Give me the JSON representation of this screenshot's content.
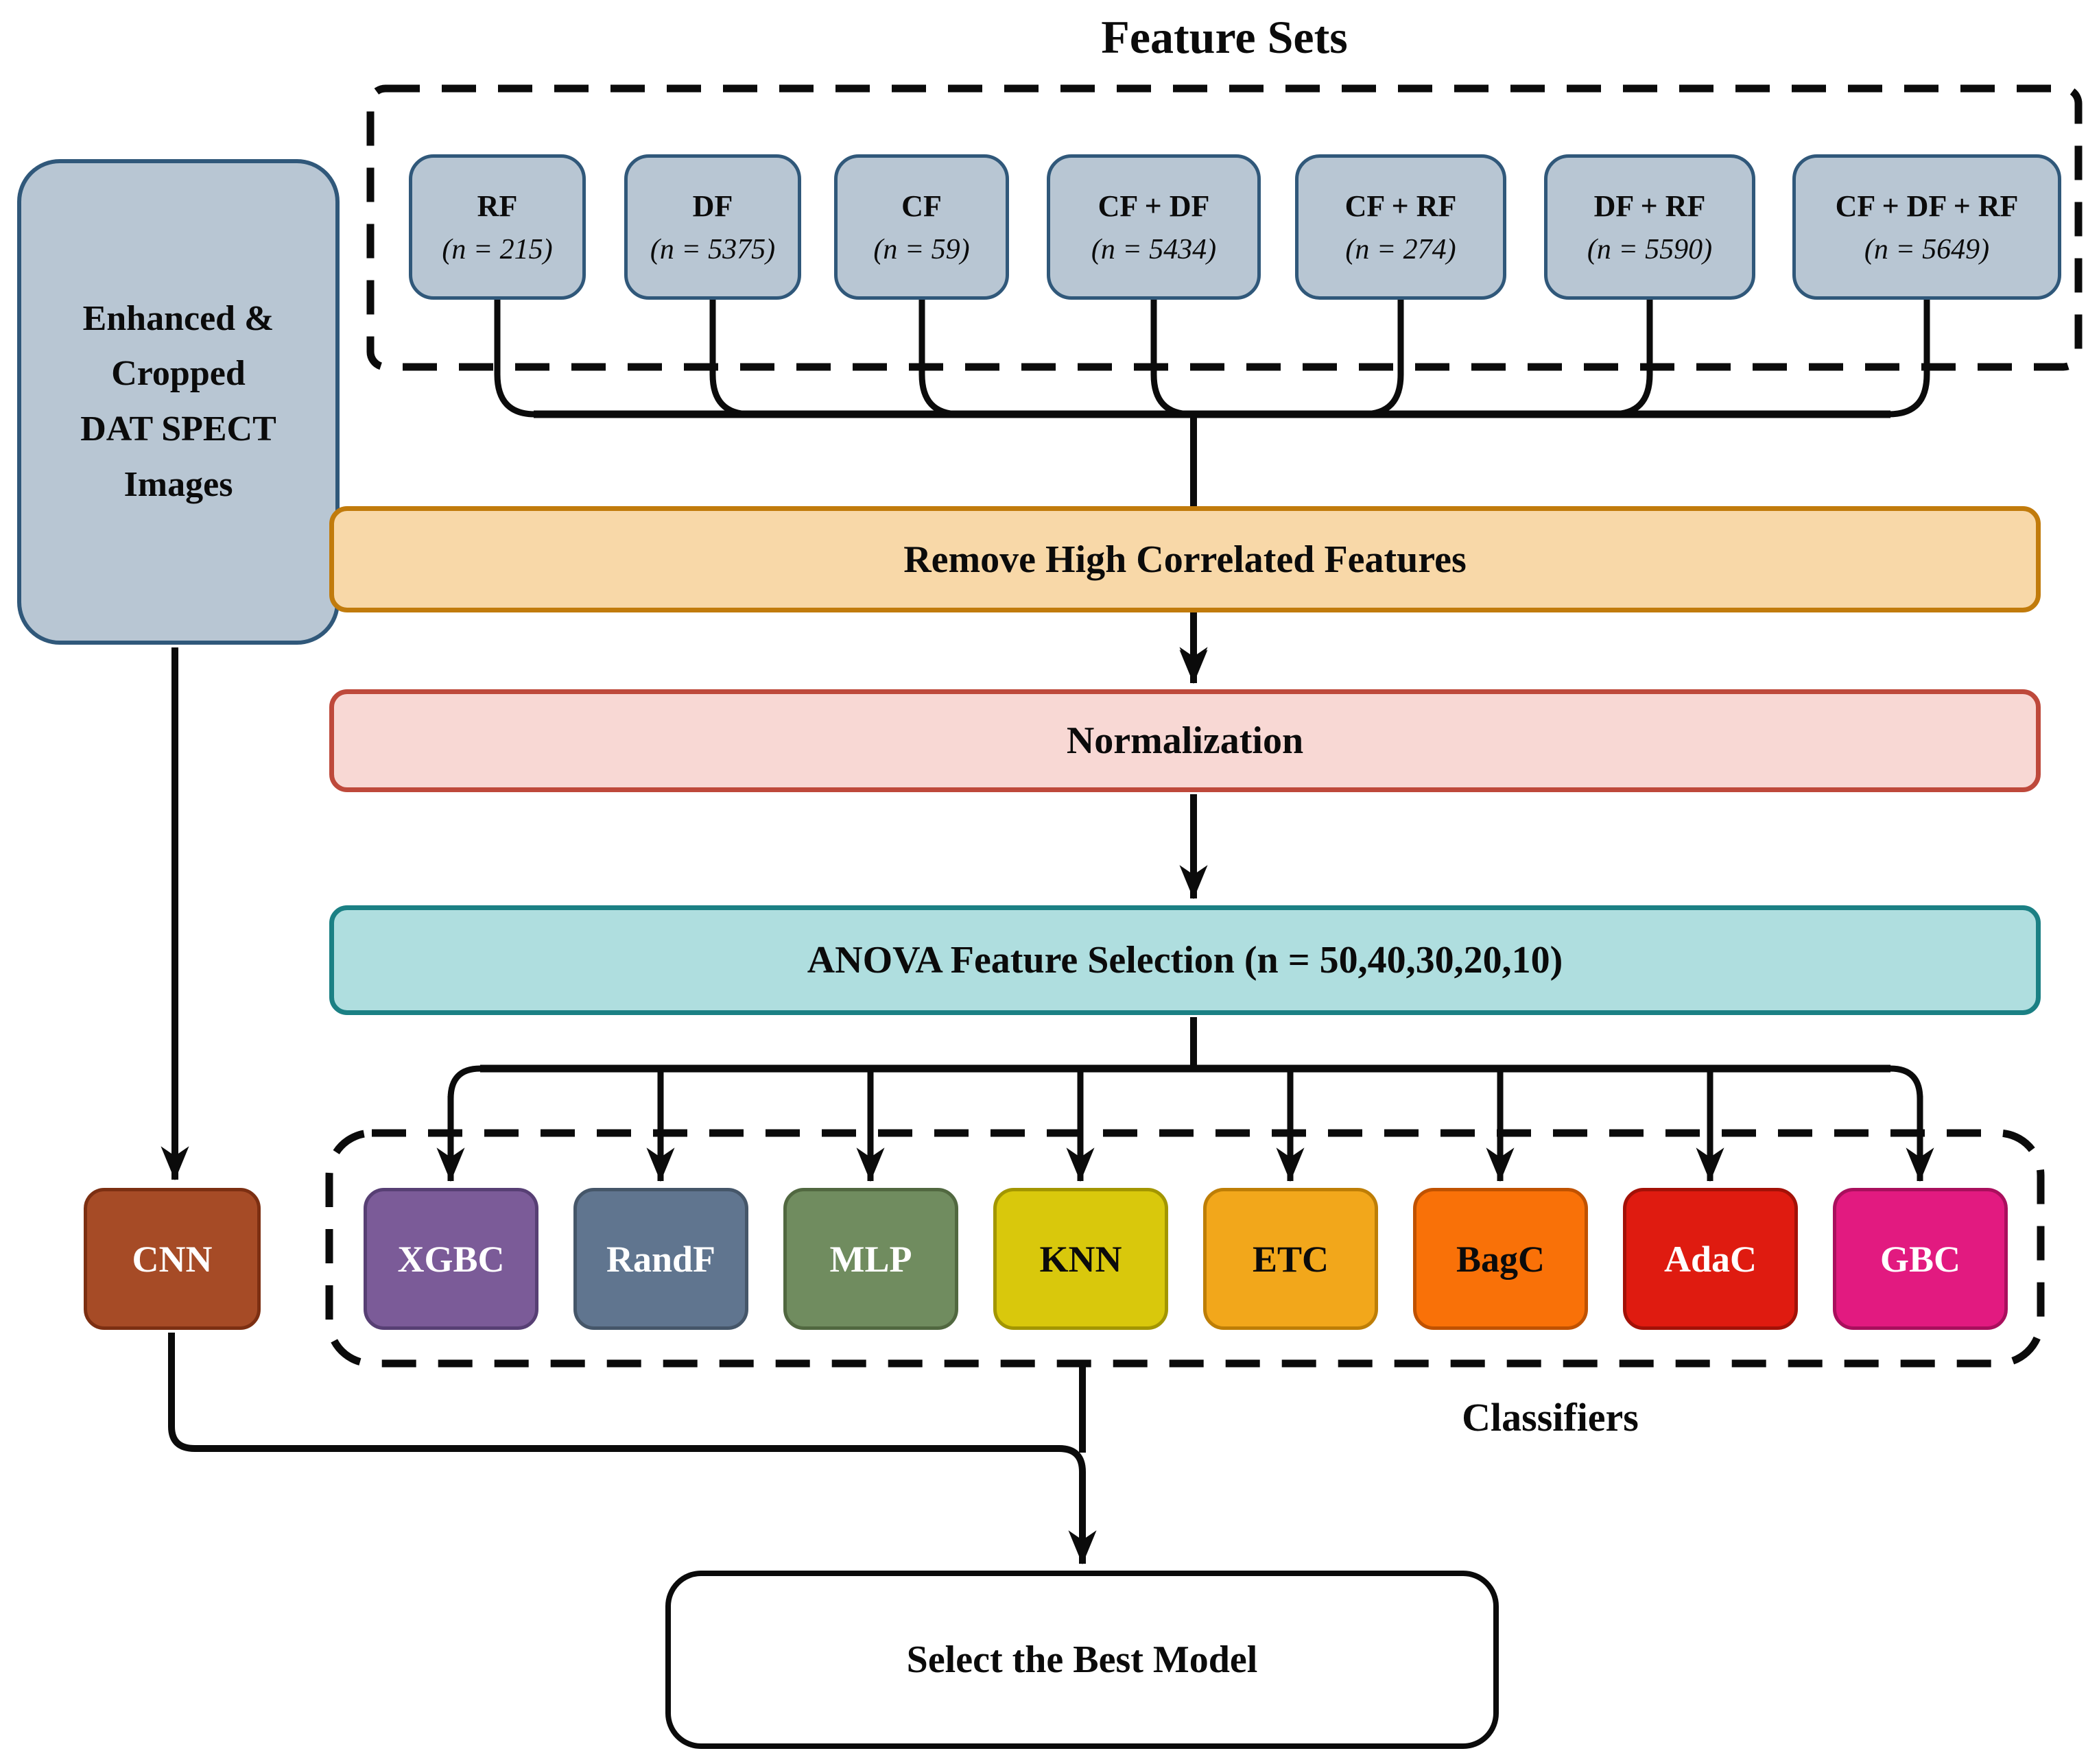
{
  "title": "Feature Sets",
  "input_box": {
    "lines": [
      "Enhanced &",
      "Cropped",
      "DAT SPECT",
      "Images"
    ]
  },
  "feature_sets": {
    "items": [
      {
        "label": "RF",
        "count_label": "(n = 215)"
      },
      {
        "label": "DF",
        "count_label": "(n = 5375)"
      },
      {
        "label": "CF",
        "count_label": "(n = 59)"
      },
      {
        "label": "CF + DF",
        "count_label": "(n = 5434)"
      },
      {
        "label": "CF + RF",
        "count_label": "(n = 274)"
      },
      {
        "label": "DF + RF",
        "count_label": "(n = 5590)"
      },
      {
        "label": "CF + DF + RF",
        "count_label": "(n = 5649)"
      }
    ]
  },
  "pipeline": {
    "remove_correlated": "Remove High Correlated Features",
    "normalization": "Normalization",
    "anova": "ANOVA Feature Selection (n = 50,40,30,20,10)"
  },
  "cnn": {
    "label": "CNN"
  },
  "classifiers": {
    "caption": "Classifiers",
    "items": [
      {
        "label": "XGBC"
      },
      {
        "label": "RandF"
      },
      {
        "label": "MLP"
      },
      {
        "label": "KNN"
      },
      {
        "label": "ETC"
      },
      {
        "label": "BagC"
      },
      {
        "label": "AdaC"
      },
      {
        "label": "GBC"
      }
    ]
  },
  "output_box": {
    "label": "Select the Best Model"
  },
  "colors": {
    "feature_fill": "#B8C6D3",
    "feature_border": "#30587A",
    "remove_correlated_fill": "#F8D8A8",
    "remove_correlated_border": "#C17B0C",
    "normalization_fill": "#F8D8D4",
    "normalization_border": "#BE493B",
    "anova_fill": "#AFDEDF",
    "anova_border": "#1B8084",
    "cnn_fill": "#A64B26",
    "xgbc_fill": "#7B5B98",
    "randf_fill": "#60758F",
    "mlp_fill": "#708C5F",
    "knn_fill": "#D9C80C",
    "etc_fill": "#F2A71B",
    "bagc_fill": "#F97108",
    "adac_fill": "#DF1B10",
    "gbc_fill": "#E21A80",
    "connector": "#0b0b0b"
  }
}
